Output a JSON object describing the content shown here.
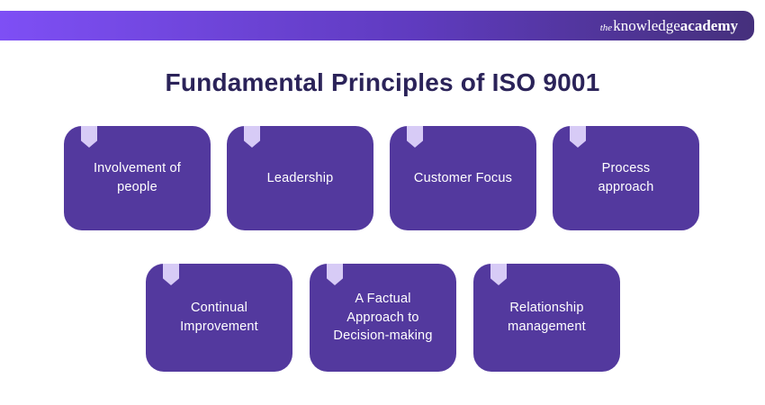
{
  "brand": {
    "the": "the",
    "knowledge": "knowledge",
    "academy": "academy"
  },
  "title": "Fundamental Principles of ISO 9001",
  "colors": {
    "header_gradient_start": "#7E4FF5",
    "header_gradient_end": "#45307C",
    "card_background": "#53399E",
    "bookmark": "#D7CBF6",
    "title_text": "#2B2359",
    "card_text": "#FFFFFF"
  },
  "principles": {
    "row1": [
      {
        "label": "Involvement of\npeople"
      },
      {
        "label": "Leadership"
      },
      {
        "label": "Customer Focus"
      },
      {
        "label": "Process\napproach"
      }
    ],
    "row2": [
      {
        "label": "Continual\nImprovement"
      },
      {
        "label": "A Factual\nApproach to\nDecision-making"
      },
      {
        "label": "Relationship\nmanagement"
      }
    ]
  }
}
